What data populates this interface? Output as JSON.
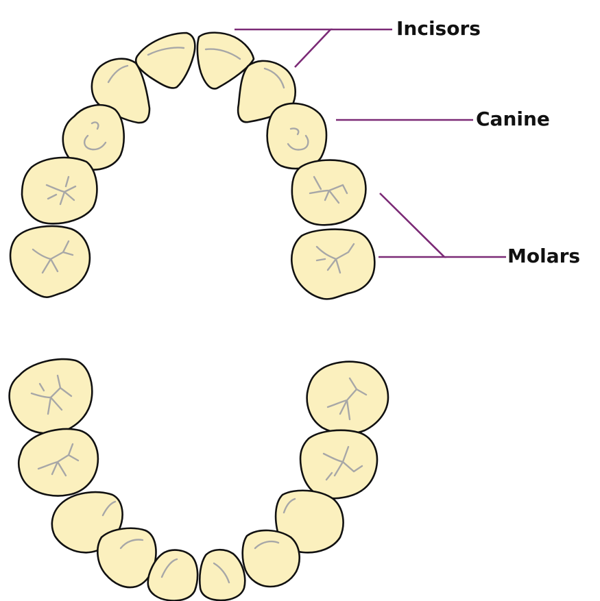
{
  "labels": {
    "incisors": "Incisors",
    "canine": "Canine",
    "molars": "Molars"
  },
  "colors": {
    "tooth_fill": "#fbf0be",
    "tooth_outline": "#111111",
    "groove": "#a7a7a7",
    "leader": "#7b2a76",
    "background": "#ffffff"
  }
}
